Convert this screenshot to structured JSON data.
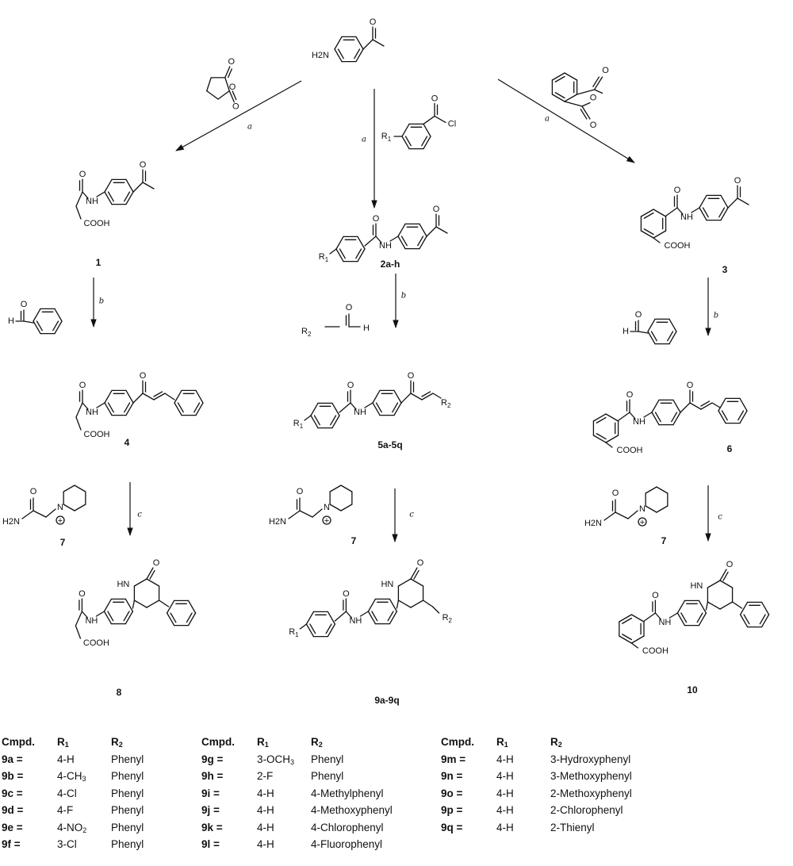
{
  "scheme": {
    "atoms": {
      "o": "O",
      "nh": "N",
      "h": "H",
      "h2n": "H2N",
      "hn": "HN",
      "cooh": "COOH",
      "cl": "Cl",
      "r1": "R1",
      "r2": "R2",
      "n_plus": "N",
      "plus": "+"
    },
    "conditions": {
      "a": "a",
      "b": "b",
      "c": "c"
    },
    "compound_ids": {
      "c1": "1",
      "c2": "2a-h",
      "c3": "3",
      "c4": "4",
      "c5": "5a-5q",
      "c6": "6",
      "c7": "7",
      "c8": "8",
      "c9": "9a-9q",
      "c10": "10"
    }
  },
  "tables": [
    {
      "headers": {
        "cmpd": "Cmpd.",
        "r1": "R1",
        "r2": "R2"
      },
      "rows": [
        {
          "cmpd": "9a =",
          "r1": "4-H",
          "r2": "Phenyl"
        },
        {
          "cmpd": "9b =",
          "r1": "4-CH3",
          "r2": "Phenyl"
        },
        {
          "cmpd": "9c =",
          "r1": "4-Cl",
          "r2": "Phenyl"
        },
        {
          "cmpd": "9d =",
          "r1": "4-F",
          "r2": "Phenyl"
        },
        {
          "cmpd": "9e =",
          "r1": "4-NO2",
          "r2": "Phenyl"
        },
        {
          "cmpd": "9f =",
          "r1": "3-Cl",
          "r2": "Phenyl"
        }
      ]
    },
    {
      "headers": {
        "cmpd": "Cmpd.",
        "r1": "R1",
        "r2": "R2"
      },
      "rows": [
        {
          "cmpd": "9g =",
          "r1": "3-OCH3",
          "r2": "Phenyl"
        },
        {
          "cmpd": "9h =",
          "r1": "2-F",
          "r2": "Phenyl"
        },
        {
          "cmpd": "9i =",
          "r1": "4-H",
          "r2": "4-Methylphenyl"
        },
        {
          "cmpd": "9j =",
          "r1": "4-H",
          "r2": "4-Methoxyphenyl"
        },
        {
          "cmpd": "9k =",
          "r1": "4-H",
          "r2": "4-Chlorophenyl"
        },
        {
          "cmpd": "9l =",
          "r1": "4-H",
          "r2": "4-Fluorophenyl"
        }
      ]
    },
    {
      "headers": {
        "cmpd": "Cmpd.",
        "r1": "R1",
        "r2": "R2"
      },
      "rows": [
        {
          "cmpd": "9m =",
          "r1": "4-H",
          "r2": "3-Hydroxyphenyl"
        },
        {
          "cmpd": "9n =",
          "r1": "4-H",
          "r2": "3-Methoxyphenyl"
        },
        {
          "cmpd": "9o =",
          "r1": "4-H",
          "r2": "2-Methoxyphenyl"
        },
        {
          "cmpd": "9p =",
          "r1": "4-H",
          "r2": "2-Chlorophenyl"
        },
        {
          "cmpd": "9q =",
          "r1": "4-H",
          "r2": "2-Thienyl"
        }
      ]
    }
  ]
}
